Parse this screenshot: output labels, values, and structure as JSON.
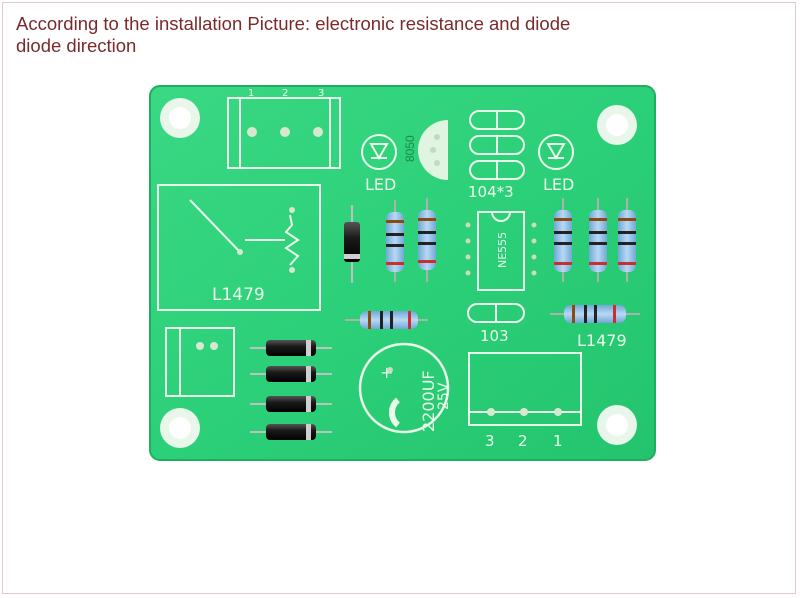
{
  "caption": {
    "line1": "According to the installation Picture: electronic resistance and diode",
    "line2": "diode direction"
  },
  "board": {
    "labels": {
      "led_left": "LED",
      "led_right": "LED",
      "transistor": "8050",
      "cap_group": "104*3",
      "ic": "NE555",
      "cap_single": "103",
      "pot_left": "L1479",
      "pot_right": "L1479",
      "electrolytic": "2200UF",
      "electrolytic_voltage": "25V",
      "top_pins": [
        "1",
        "2",
        "3"
      ],
      "bottom_pins": [
        "3",
        "2",
        "1"
      ]
    },
    "colors": {
      "pcb": "#2fd17a",
      "silkscreen": "#eafbe9",
      "pad": "#d8e8d0"
    }
  }
}
